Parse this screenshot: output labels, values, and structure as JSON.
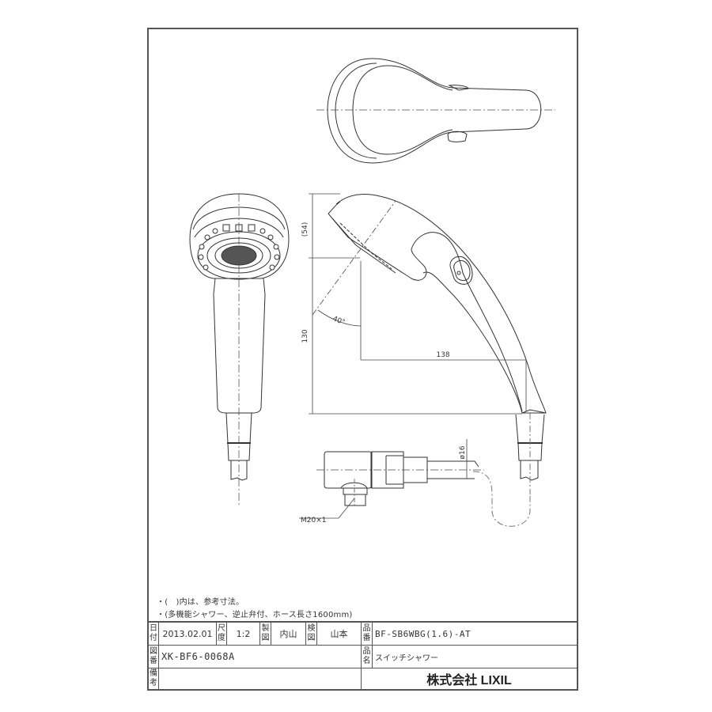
{
  "drawing": {
    "dimensions": {
      "head_height": "(54)",
      "total_height": "130",
      "angle": "40°",
      "reach": "138",
      "hose_diameter": "ø16",
      "thread": "M20×1"
    }
  },
  "notes": [
    "・(　)内は、参考寸法。",
    "・(多機能シャワー、逆止弁付、ホース長さ1600mm)"
  ],
  "title_block": {
    "date_label": "日付",
    "date_value": "2013.02.01",
    "scale_label": "尺度",
    "scale_value": "1:2",
    "drawn_label": "製図",
    "drawn_value": "内山",
    "checked_label": "検図",
    "checked_value": "山本",
    "part_no_label": "品番",
    "part_no_value": "BF-SB6WBG(1.6)-AT",
    "drawing_no_label": "図番",
    "drawing_no_value": "XK-BF6-0068A",
    "product_name_label": "品名",
    "product_name_value": "スイッチシャワー",
    "remarks_label": "備考",
    "remarks_value": "",
    "company": "株式会社 LIXIL"
  }
}
